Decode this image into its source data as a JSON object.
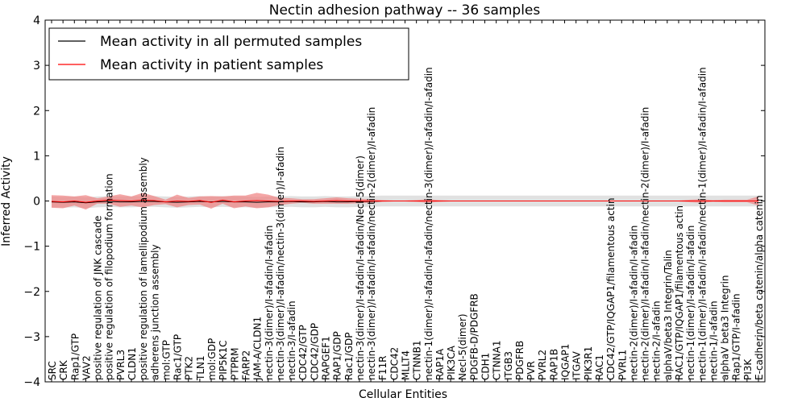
{
  "chart_data": {
    "type": "line",
    "title": "Nectin adhesion pathway -- 36 samples",
    "xlabel": "Cellular Entities",
    "ylabel": "Inferred Activity",
    "ylim": [
      -4,
      4
    ],
    "yticks": [
      -4,
      -3,
      -2,
      -1,
      0,
      1,
      2,
      3,
      4
    ],
    "ytick_labels": [
      "−4",
      "−3",
      "−2",
      "−1",
      "0",
      "1",
      "2",
      "3",
      "4"
    ],
    "grid": false,
    "legend_position": "top-left",
    "colors": {
      "permuted": "#000000",
      "patient": "#ff0000",
      "patient_band": "#f08080",
      "permuted_band": "#c8c8c8"
    },
    "categories": [
      "SRC",
      "CRK",
      "Rap1/GTP",
      "VAV2",
      "positive regulation of JNK cascade",
      "positive regulation of filopodium formation",
      "PVRL3",
      "CLDN1",
      "positive regulation of lamellipodium assembly",
      "adherens junction assembly",
      "mol:GTP",
      "Rac1/GTP",
      "PTK2",
      "TLN1",
      "mol:GDP",
      "PIP5K1C",
      "PTPRM",
      "FARP2",
      "JAM-A/CLDN1",
      "nectin-3(dimer)/I-afadin/I-afadin",
      "nectin-3(dimer)/I-afadin/nectin-3(dimer)/I-afadin",
      "nectin-3/I-afadin",
      "CDC42/GTP",
      "CDC42/GDP",
      "RAPGEF1",
      "RAP1/GDP",
      "Rac1/GDP",
      "nectin-3(dimer)/I-afadin/I-afadin/Necl-5(dimer)",
      "nectin-3(dimer)/I-afadin/I-afadin/nectin-2(dimer)/I-afadin",
      "F11R",
      "CDC42",
      "MLLT4",
      "CTNNB1",
      "nectin-1(dimer)/I-afadin/I-afadin/nectin-3(dimer)/I-afadin/I-afadin",
      "RAP1A",
      "PIK3CA",
      "Necl-5(dimer)",
      "PDGFB-D/PDGFRB",
      "CDH1",
      "CTNNA1",
      "ITGB3",
      "PDGFRB",
      "PVR",
      "PVRL2",
      "RAP1B",
      "IQGAP1",
      "ITGAV",
      "PIK3R1",
      "RAC1",
      "CDC42/GTP/IQGAP1/filamentous actin",
      "PVRL1",
      "nectin-2(dimer)/I-afadin/I-afadin",
      "nectin-2(dimer)/I-afadin/I-afadin/nectin-2(dimer)/I-afadin",
      "nectin-2/I-afadin",
      "alphaV/beta3 Integrin/Talin",
      "RAC1/GTP/IQGAP1/filamentous actin",
      "nectin-1(dimer)/I-afadin/I-afadin",
      "nectin-1(dimer)/I-afadin/I-afadin/nectin-1(dimer)/I-afadin/I-afadin",
      "nectin-1/I-afadin",
      "alphaV beta3 Integrin",
      "Rap1/GTP/I-afadin",
      "PI3K",
      "E-cadherin/beta catenin/alpha catenin"
    ],
    "series": [
      {
        "name": "Mean activity in all permuted samples",
        "values": [
          -0.02,
          -0.03,
          -0.02,
          -0.04,
          -0.02,
          -0.01,
          -0.02,
          -0.02,
          -0.01,
          -0.01,
          -0.02,
          -0.03,
          -0.02,
          -0.01,
          -0.02,
          -0.01,
          -0.02,
          -0.02,
          -0.03,
          -0.02,
          -0.02,
          -0.01,
          -0.02,
          -0.02,
          -0.01,
          -0.02,
          -0.02,
          -0.01,
          -0.01,
          0.0,
          0.0,
          0.0,
          0.0,
          0.0,
          0.0,
          0.0,
          0.0,
          0.0,
          0.0,
          0.0,
          0.0,
          0.0,
          0.0,
          0.0,
          0.0,
          0.0,
          0.0,
          0.0,
          0.0,
          0.0,
          0.0,
          0.0,
          0.0,
          0.0,
          0.0,
          0.0,
          0.0,
          0.0,
          0.0,
          0.0,
          0.0,
          0.0,
          0.0
        ],
        "band": 0.12
      },
      {
        "name": "Mean activity in patient samples",
        "values": [
          -0.01,
          -0.02,
          0.0,
          -0.03,
          0.0,
          0.02,
          0.01,
          0.0,
          0.02,
          0.01,
          -0.02,
          0.0,
          -0.01,
          0.01,
          -0.03,
          0.02,
          -0.02,
          0.0,
          0.01,
          0.0,
          -0.01,
          0.0,
          0.0,
          -0.01,
          0.0,
          0.01,
          0.0,
          0.0,
          0.0,
          0.0,
          0.0,
          0.0,
          0.0,
          0.0,
          0.0,
          0.0,
          0.0,
          0.0,
          0.0,
          0.0,
          0.0,
          0.0,
          0.0,
          0.0,
          0.0,
          0.0,
          0.0,
          0.0,
          0.0,
          0.0,
          0.0,
          0.0,
          0.0,
          0.0,
          0.0,
          0.0,
          0.0,
          0.0,
          0.0,
          0.0,
          0.0,
          0.0,
          0.0
        ],
        "band": [
          0.14,
          0.14,
          0.1,
          0.16,
          0.06,
          0.08,
          0.14,
          0.1,
          0.16,
          0.1,
          0.05,
          0.14,
          0.08,
          0.09,
          0.14,
          0.08,
          0.14,
          0.12,
          0.17,
          0.14,
          0.08,
          0.06,
          0.04,
          0.05,
          0.06,
          0.07,
          0.06,
          0.05,
          0.04,
          0.02,
          0.01,
          0.01,
          0.02,
          0.04,
          0.02,
          0.01,
          0.01,
          0.01,
          0.01,
          0.01,
          0.01,
          0.01,
          0.01,
          0.01,
          0.01,
          0.01,
          0.01,
          0.01,
          0.01,
          0.01,
          0.01,
          0.01,
          0.01,
          0.01,
          0.01,
          0.01,
          0.03,
          0.04,
          0.02,
          0.03,
          0.03,
          0.03,
          0.1
        ]
      }
    ]
  }
}
